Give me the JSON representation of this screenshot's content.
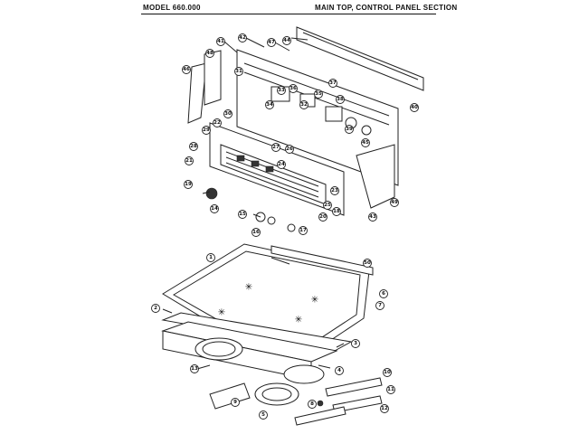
{
  "header": {
    "model": "MODEL 660.000",
    "section": "MAIN TOP, CONTROL PANEL SECTION"
  },
  "callouts": [
    "1",
    "2",
    "3",
    "4",
    "5",
    "6",
    "7",
    "8",
    "9",
    "10",
    "11",
    "12",
    "13",
    "14",
    "15",
    "16",
    "17",
    "18",
    "19",
    "20",
    "21",
    "22",
    "23",
    "24",
    "25",
    "26",
    "27",
    "28",
    "29",
    "30",
    "31",
    "32",
    "33",
    "34",
    "35",
    "36",
    "37",
    "38",
    "39",
    "40",
    "41",
    "42",
    "43",
    "44",
    "45",
    "46",
    "47",
    "48",
    "49"
  ]
}
